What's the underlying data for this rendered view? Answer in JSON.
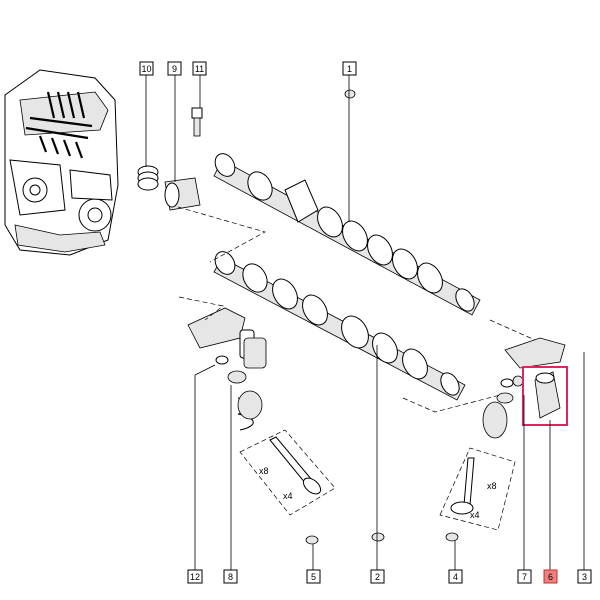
{
  "callouts": {
    "c1": "1",
    "c2": "2",
    "c3": "3",
    "c4": "4",
    "c5": "5",
    "c6": "6",
    "c7": "7",
    "c8": "8",
    "c9": "9",
    "c10": "10",
    "c11": "11",
    "c12": "12"
  },
  "quantities": {
    "left_springs": "x8",
    "left_valves": "x4",
    "right_springs": "x8",
    "right_valves": "x4"
  },
  "highlight": {
    "callout": "6",
    "color": "#e0245e"
  }
}
